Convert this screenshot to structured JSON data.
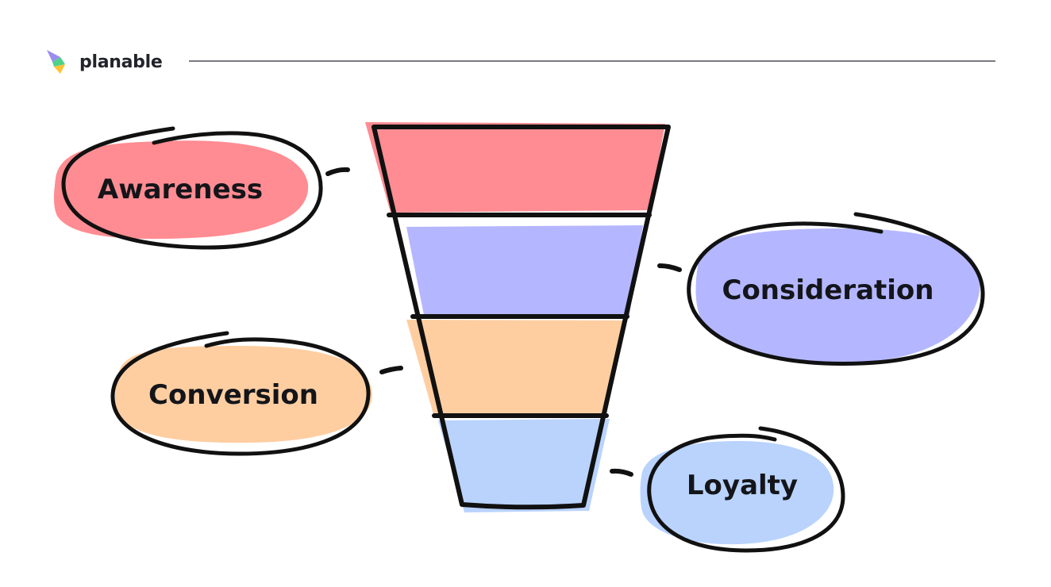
{
  "brand": {
    "name": "planable",
    "logo_icon": "planable-logo-icon",
    "colors": {
      "purple": "#9b8cf0",
      "green": "#4fd18b",
      "yellow": "#ffc233"
    }
  },
  "funnel": {
    "stages": [
      {
        "label": "Awareness",
        "color": "#ff8c92"
      },
      {
        "label": "Consideration",
        "color": "#b4b7ff"
      },
      {
        "label": "Conversion",
        "color": "#fecea1"
      },
      {
        "label": "Loyalty",
        "color": "#b9d3fd"
      }
    ],
    "outline_color": "#111111"
  }
}
